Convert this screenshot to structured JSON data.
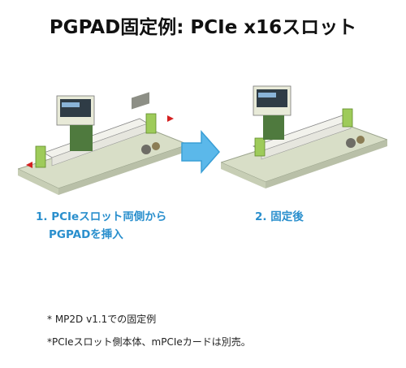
{
  "title": "PGPAD固定例: PCIe x16スロット",
  "steps": {
    "step1_line1": "1. PCIeスロット両側から",
    "step1_line2": "PGPADを挿入",
    "step2": "2. 固定後"
  },
  "notes": [
    "* MP2D v1.1での固定例",
    "*PCIeスロット側本体、mPCIeカードは別売。"
  ],
  "colors": {
    "accent": "#2a8fcd",
    "arrow": "#5bb8ea",
    "board": "#dfe5cf",
    "marker": "#d42020",
    "pad": "#9ecb5a"
  }
}
